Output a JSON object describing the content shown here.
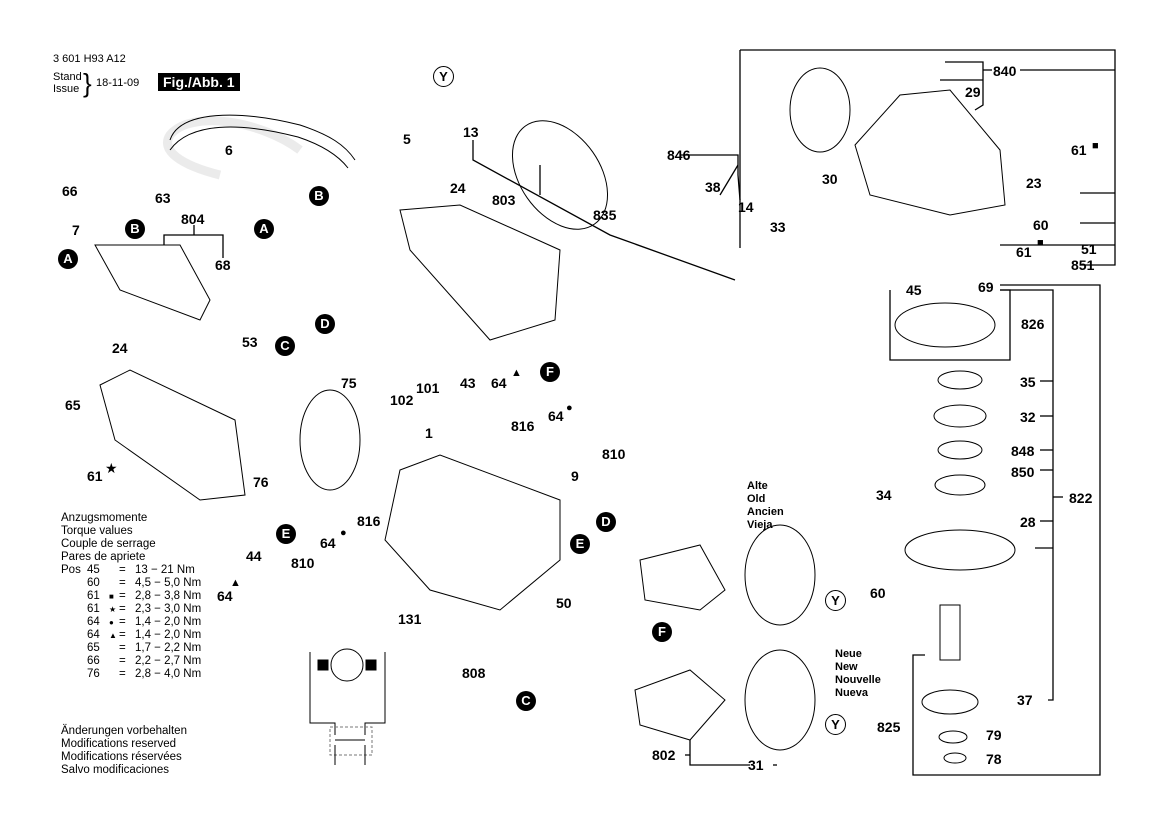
{
  "header": {
    "part_number": "3 601 H93 A12",
    "stand_label": "Stand",
    "issue_label": "Issue",
    "date": "18-11-09",
    "figure_label": "Fig./Abb. 1"
  },
  "part_labels": {
    "p5": "5",
    "p6": "6",
    "p13": "13",
    "p24a": "24",
    "p24b": "24",
    "p803": "803",
    "p835": "835",
    "p846": "846",
    "p38": "38",
    "p14": "14",
    "p33": "33",
    "p30": "30",
    "p840": "840",
    "p29": "29",
    "p61a": "61",
    "p23": "23",
    "p60a": "60",
    "p61b": "61",
    "p51": "51",
    "p851": "851",
    "p45": "45",
    "p69": "69",
    "p826": "826",
    "p35": "35",
    "p32": "32",
    "p848": "848",
    "p850": "850",
    "p822": "822",
    "p34": "34",
    "p28": "28",
    "p60b": "60",
    "p37": "37",
    "p825": "825",
    "p79": "79",
    "p78": "78",
    "p66": "66",
    "p63": "63",
    "p7": "7",
    "p804": "804",
    "p68": "68",
    "p53": "53",
    "p65": "65",
    "p61c": "61",
    "p75": "75",
    "p76": "76",
    "p101": "101",
    "p102": "102",
    "p43": "43",
    "p64a": "64",
    "p816a": "816",
    "p64b": "64",
    "p810a": "810",
    "p1": "1",
    "p9": "9",
    "p44": "44",
    "p64c": "64",
    "p810b": "810",
    "p64d": "64",
    "p816b": "816",
    "p131": "131",
    "p50": "50",
    "p808": "808",
    "p802": "802",
    "p31": "31"
  },
  "connectors": {
    "A": "A",
    "B": "B",
    "C": "C",
    "D": "D",
    "E": "E",
    "F": "F",
    "Y": "Y"
  },
  "symbols": {
    "square": "■",
    "star": "★",
    "circle": "●",
    "triangle": "▲"
  },
  "torque": {
    "title_lines": [
      "Anzugsmomente",
      "Torque values",
      "Couple de serrage",
      "Pares de apriete"
    ],
    "pos_label": "Pos",
    "rows": [
      {
        "pos": "45",
        "sym": "",
        "eq": "=",
        "value": "13  − 21 Nm"
      },
      {
        "pos": "60",
        "sym": "",
        "eq": "=",
        "value": "4,5 − 5,0 Nm"
      },
      {
        "pos": "61",
        "sym": "■",
        "eq": "=",
        "value": "2,8 − 3,8 Nm"
      },
      {
        "pos": "61",
        "sym": "★",
        "eq": "=",
        "value": "2,3 − 3,0 Nm"
      },
      {
        "pos": "64",
        "sym": "●",
        "eq": "=",
        "value": "1,4 − 2,0 Nm"
      },
      {
        "pos": "64",
        "sym": "▲",
        "eq": "=",
        "value": "1,4 − 2,0 Nm"
      },
      {
        "pos": "65",
        "sym": "",
        "eq": "=",
        "value": "1,7 − 2,2 Nm"
      },
      {
        "pos": "66",
        "sym": "",
        "eq": "=",
        "value": "2,2 − 2,7 Nm"
      },
      {
        "pos": "76",
        "sym": "",
        "eq": "=",
        "value": "2,8 − 4,0 Nm"
      }
    ]
  },
  "modifications": [
    "Änderungen vorbehalten",
    "Modifications reserved",
    "Modifications réservées",
    "Salvo modificaciones"
  ],
  "old_label": [
    "Alte",
    "Old",
    "Ancien",
    "Vieja"
  ],
  "new_label": [
    "Neue",
    "New",
    "Nouvelle",
    "Nueva"
  ]
}
